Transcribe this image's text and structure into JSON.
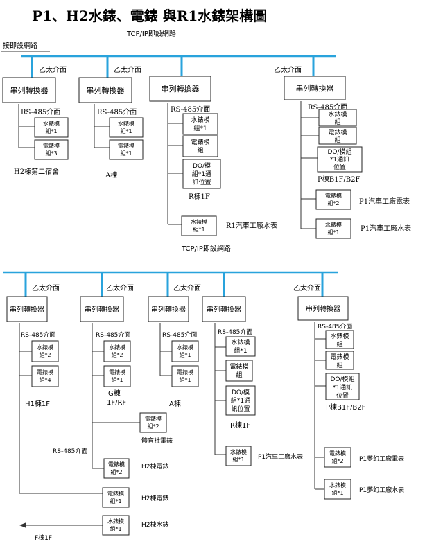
{
  "title": "P1、H2水錶、電錶 與R1水錶架構圖",
  "colors": {
    "bus": "#29a3dc",
    "drop_gray": "#8aa0b8"
  },
  "top": {
    "network": "TCP/IP即設網路",
    "left_label": "接即設網路",
    "ethernet": "乙太介面",
    "converter": "串列轉換器",
    "rs485": "RS-485介面",
    "groups": [
      {
        "modules": [
          "水錶模組*1",
          "電錶模組*3"
        ],
        "caption": "H2棟第二宿舍"
      },
      {
        "modules": [
          "水錶模組*1",
          "電錶模組*1"
        ],
        "caption": "A棟"
      },
      {
        "modules": [
          "水錶模組*1",
          "電錶模組",
          "DO/模組*1通訊位置"
        ],
        "caption": "R棟1F",
        "extra": {
          "module": "水錶模組*1",
          "label": "R1汽車工廠水表"
        }
      },
      {
        "modules": [
          "水錶模組",
          "電錶模組",
          "DO/模組*1通訊位置"
        ],
        "caption": "P棟B1F/B2F",
        "extras": [
          {
            "module": "電錶模組*2",
            "label": "P1汽車工廠電表"
          },
          {
            "module": "水錶模組*1",
            "label": "P1汽車工廠水表"
          }
        ]
      }
    ]
  },
  "bottom": {
    "network": "TCP/IP即設網路",
    "ethernet": "乙太介面",
    "converter": "串列轉換器",
    "rs485": "RS-485介面",
    "groups": [
      {
        "modules": [
          "水錶模組*2",
          "電錶模組*4"
        ],
        "caption": "H1棟1F"
      },
      {
        "modules": [
          "水錶模組*2",
          "電錶模組*1"
        ],
        "caption": "G棟1F/RF",
        "extras": [
          {
            "module": "電錶模組*2",
            "label": "體育社電錶"
          }
        ]
      },
      {
        "modules": [
          "水錶模組*1",
          "電錶模組*1"
        ],
        "caption": "A棟"
      },
      {
        "modules": [
          "水錶模組*1",
          "電錶模組",
          "DO/模組*1通訊位置"
        ],
        "caption": "R棟1F",
        "extra": {
          "module": "水錶模組*1",
          "label": "P1汽車工廠水表"
        }
      },
      {
        "modules": [
          "水錶模組",
          "電錶模組",
          "DO/模組*1通訊位置"
        ],
        "caption": "P棟B1F/B2F",
        "extras": [
          {
            "module": "電錶模組*2",
            "label": "P1夢幻工廠電表"
          },
          {
            "module": "水錶模組*1",
            "label": "P1夢幻工廠水表"
          }
        ]
      }
    ],
    "rs485_branch": {
      "label": "RS-485介面",
      "items": [
        {
          "module": "電錶模組*2",
          "label": "H2棟電錶"
        },
        {
          "module": "電錶模組*1",
          "label": "H2棟電錶"
        },
        {
          "module": "水錶模組*1",
          "label": "H2棟水錶"
        }
      ],
      "arrow_label": "F棟1F"
    }
  }
}
